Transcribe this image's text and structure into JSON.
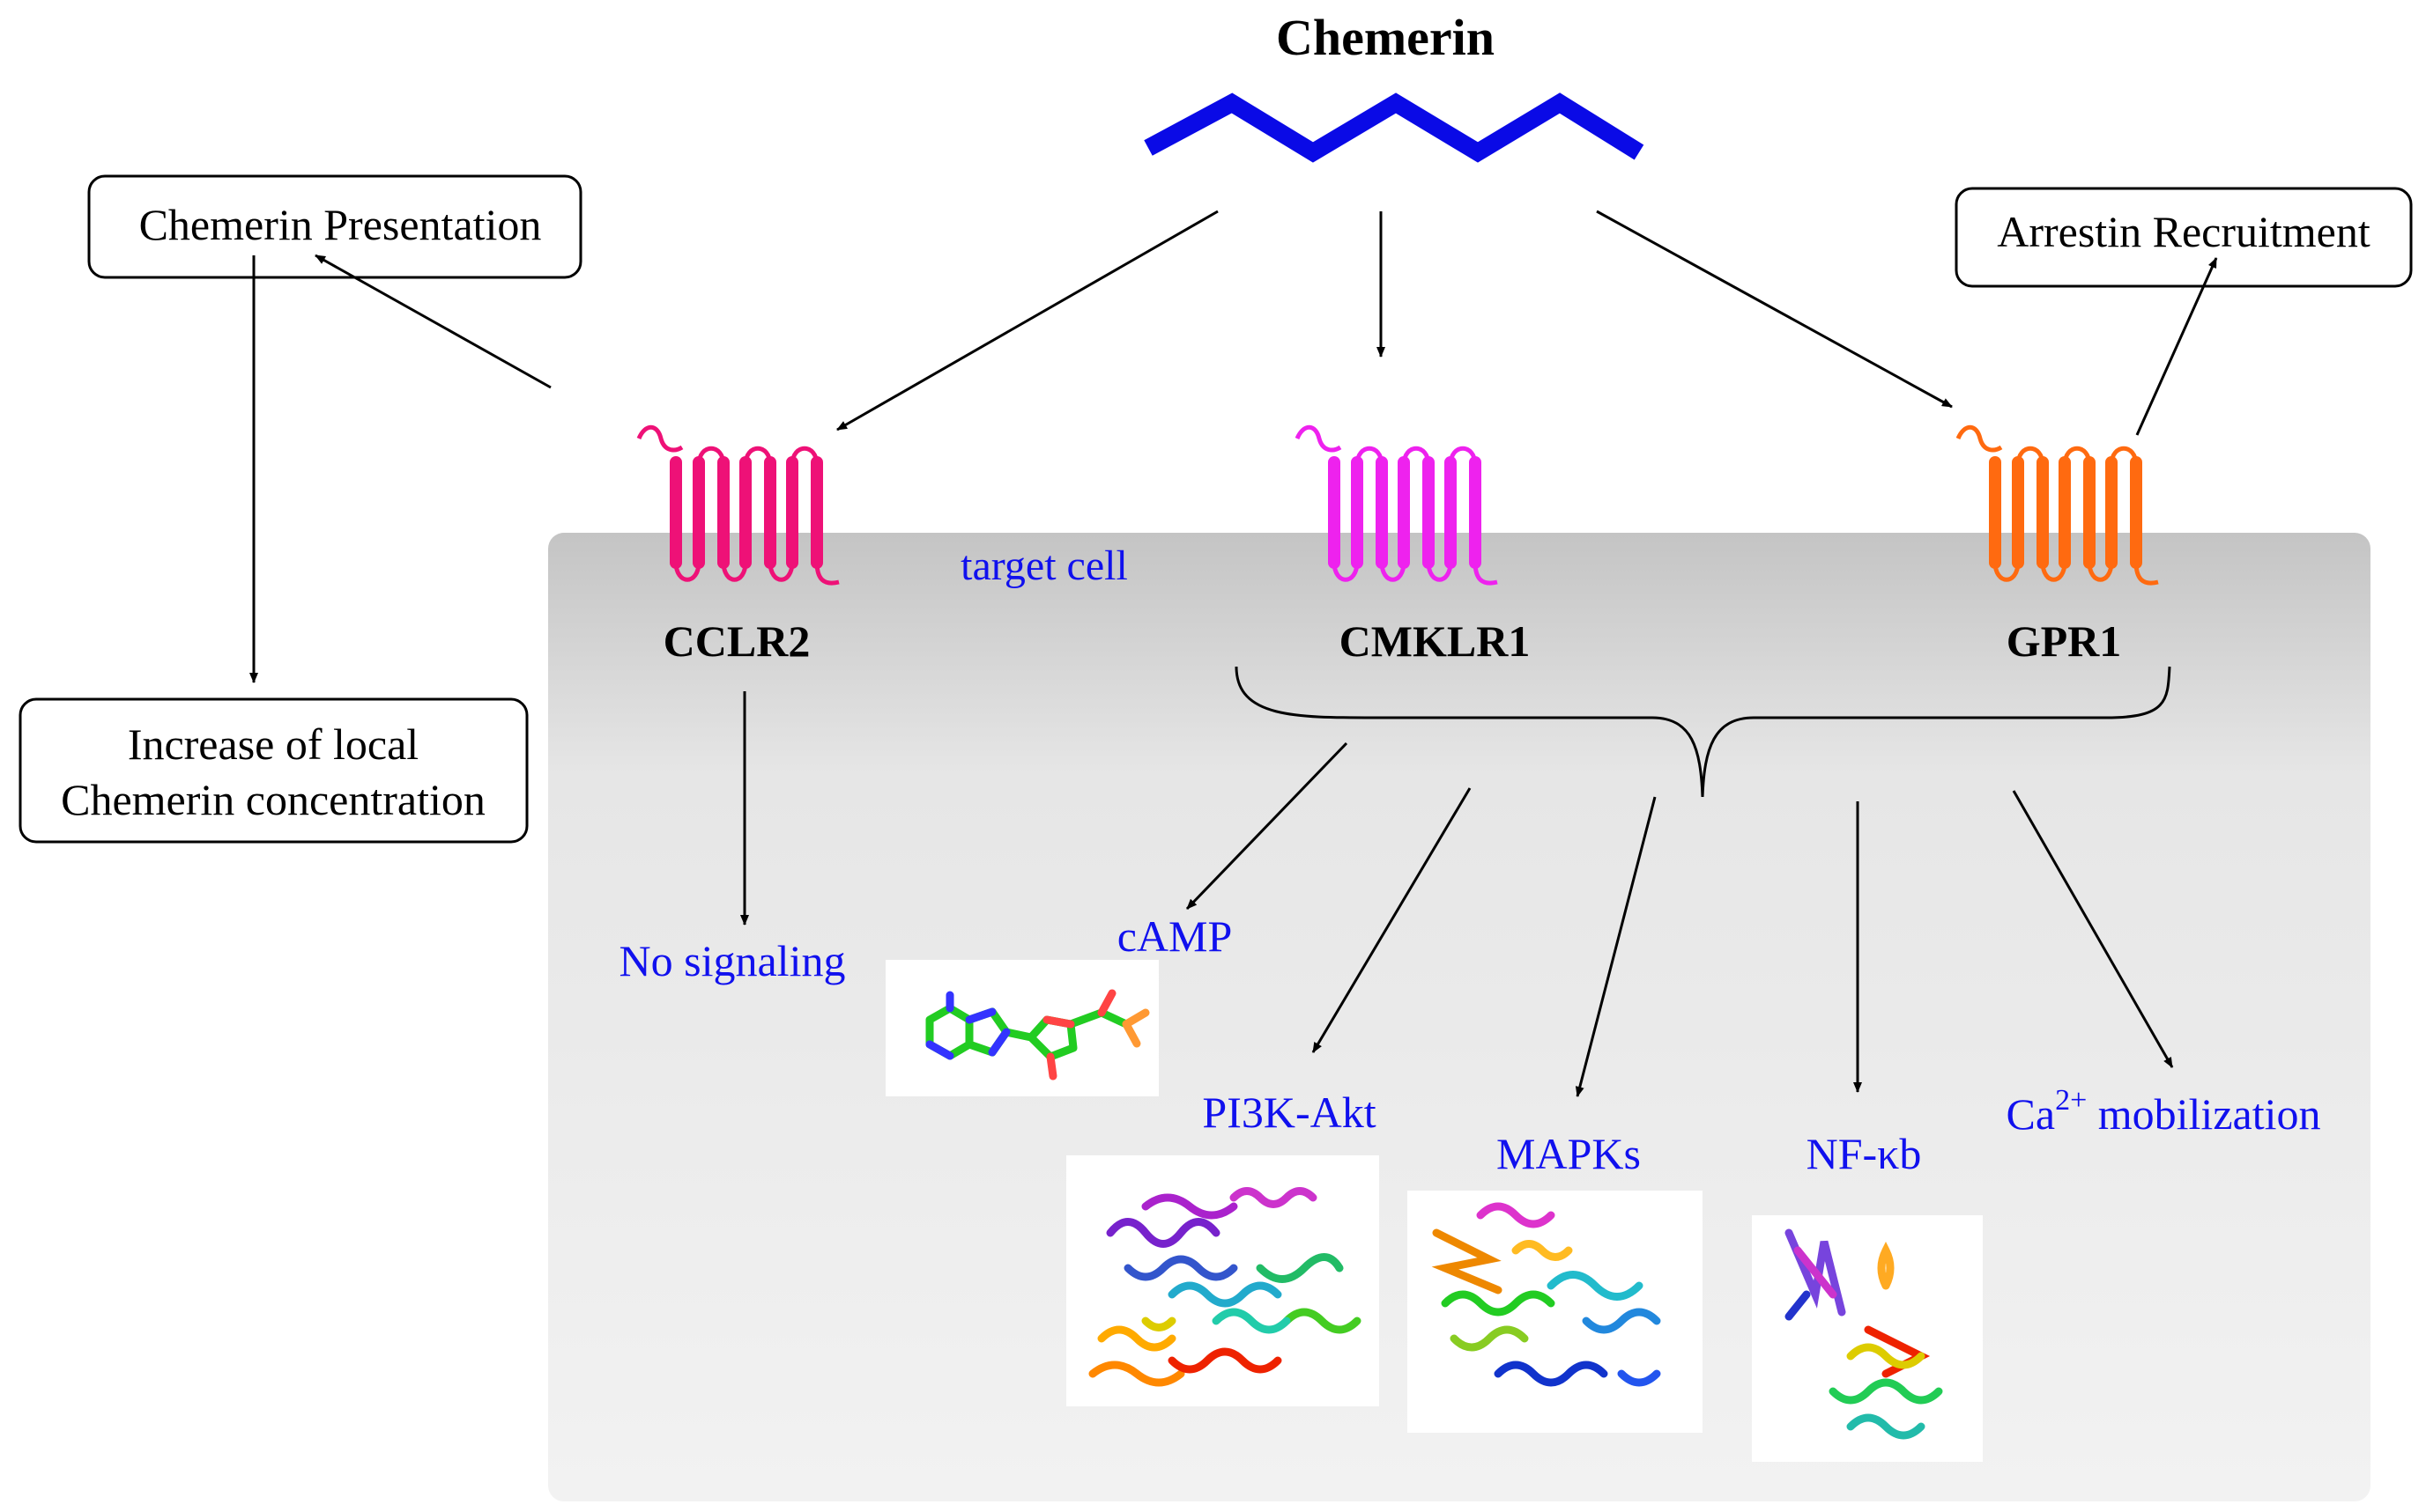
{
  "ligand": {
    "label": "Chemerin",
    "color": "#0a0ae6"
  },
  "cell": {
    "label": "target cell"
  },
  "boxes": {
    "presentation": "Chemerin Presentation",
    "arrestin": "Arrestin Recruitment",
    "increase_line1": "Increase of local",
    "increase_line2": "Chemerin concentration"
  },
  "receptors": [
    {
      "label": "CCLR2",
      "color": "#ee1177"
    },
    {
      "label": "CMKLR1",
      "color": "#ee22ee"
    },
    {
      "label": "GPR1",
      "color": "#ff6a10"
    }
  ],
  "outcomes": {
    "no_signaling": "No signaling",
    "camp": "cAMP",
    "pi3k": "PI3K-Akt",
    "mapks": "MAPKs",
    "nfkb": "NF-κb",
    "ca_base": "Ca",
    "ca_sup": "2+",
    "ca_rest": " mobilization"
  },
  "icons": {
    "receptor": "seven-transmembrane-receptor-icon",
    "camp": "camp-molecule-structure",
    "pi3k": "pi3k-akt-protein-ribbon",
    "mapks": "mapk-protein-ribbon",
    "nfkb": "nfkb-protein-ribbon"
  }
}
